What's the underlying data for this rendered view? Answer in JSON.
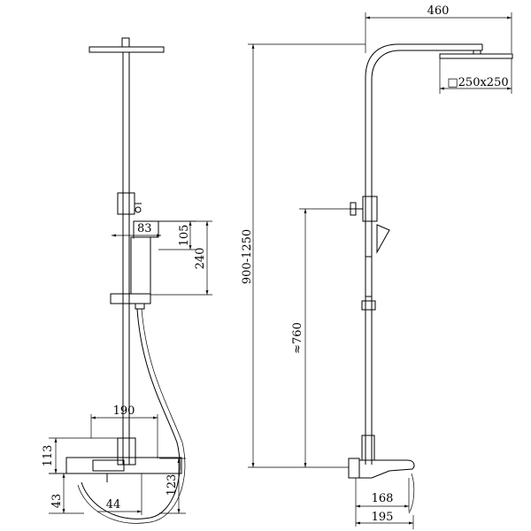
{
  "front_view": {
    "dim_83": "83",
    "dim_105": "105",
    "dim_240": "240",
    "dim_190": "190",
    "dim_113": "113",
    "dim_123": "123",
    "dim_43": "43",
    "dim_44": "44"
  },
  "side_view": {
    "dim_460": "460",
    "dim_headsize": "□250x250",
    "dim_height_range": "900-1250",
    "dim_760": "≈760",
    "dim_168": "168",
    "dim_195": "195"
  }
}
